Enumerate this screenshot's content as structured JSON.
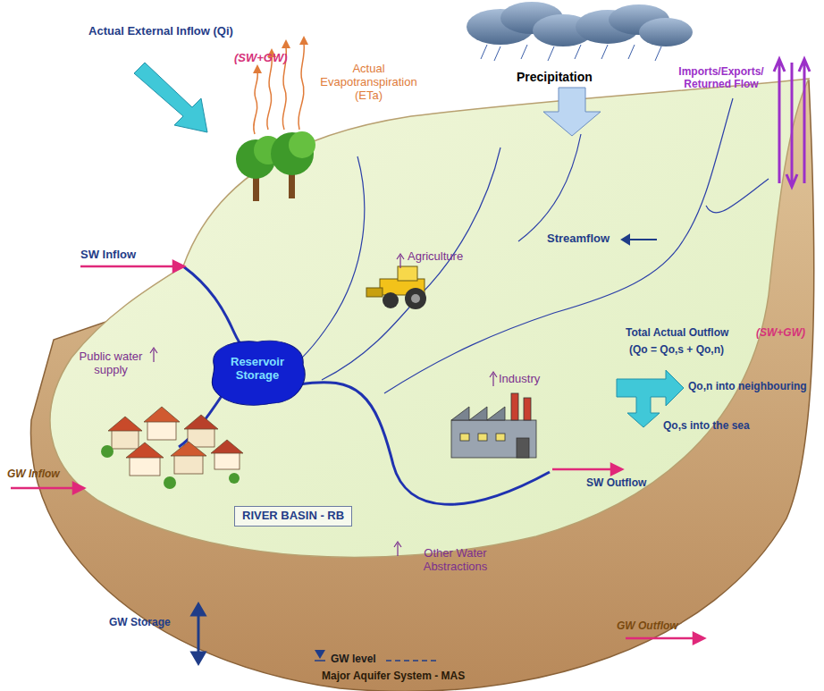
{
  "diagram": {
    "nodes": [
      {
        "text": [
          "Reservoir Storage"
        ]
      },
      {
        "text": [
          "RIVER BASIN - RB"
        ]
      }
    ],
    "labels": [
      "Actual Evapotranspiration (ETa)",
      "Precipitation",
      "Imports/Exports/ Returned Flow",
      "Actual External Inflow (Qi)",
      "(SW+GW)",
      "SW Inflow",
      "Agriculture",
      "Streamflow",
      "Public water supply",
      "Industry",
      "Total Actual Outflow",
      "(SW+GW)",
      "(Qo = Qo,s + Qo,n)",
      "Qo,n into neighbouring",
      "Qo,s into the sea",
      "SW Outflow",
      "GW Inflow",
      "Other Water Abstractions",
      "GW Storage",
      "GW level",
      "GW Outflow",
      "Major Aquifer System - MAS"
    ]
  }
}
